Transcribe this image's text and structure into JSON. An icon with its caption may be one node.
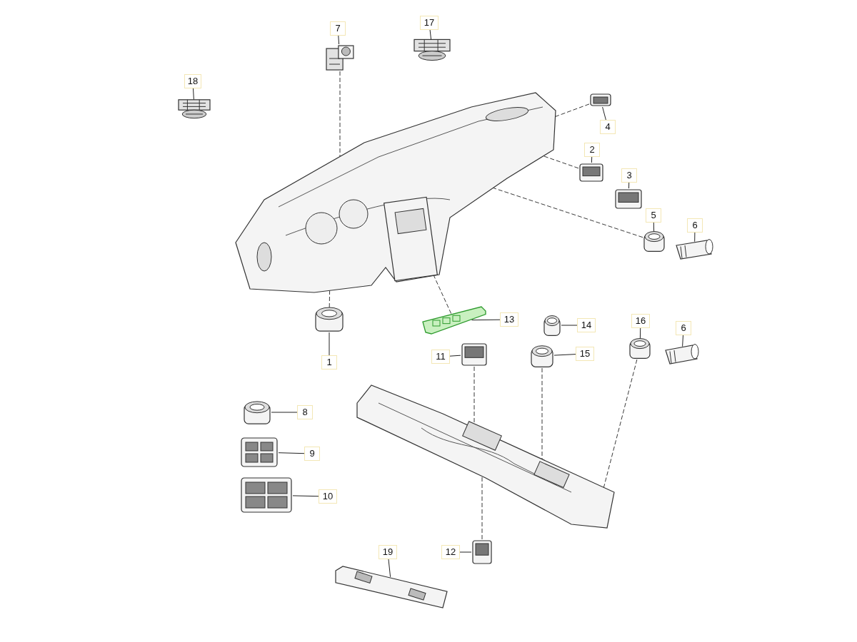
{
  "diagram": {
    "nodes": [
      {
        "text": [],
        "shape": "picture"
      },
      {
        "text": [],
        "shape": "picture"
      },
      {
        "text": [
          "18"
        ]
      },
      {
        "text": [],
        "shape": "picture"
      },
      {
        "text": [
          "7"
        ]
      },
      {
        "text": [],
        "shape": "picture"
      },
      {
        "text": [
          "17"
        ]
      },
      {
        "text": [],
        "shape": "picture"
      },
      {
        "text": [
          "4"
        ]
      },
      {
        "text": [],
        "shape": "picture"
      },
      {
        "text": [
          "2"
        ]
      },
      {
        "text": [],
        "shape": "picture"
      },
      {
        "text": [
          "3"
        ]
      },
      {
        "text": [],
        "shape": "picture"
      },
      {
        "text": [
          "5"
        ]
      },
      {
        "text": [],
        "shape": "picture"
      },
      {
        "text": [
          "6"
        ]
      },
      {
        "text": [],
        "shape": "picture"
      },
      {
        "text": [
          "13"
        ]
      },
      {
        "text": [],
        "shape": "picture"
      },
      {
        "text": [
          "1"
        ]
      },
      {
        "text": [],
        "shape": "picture"
      },
      {
        "text": [
          "11"
        ]
      },
      {
        "text": [],
        "shape": "picture"
      },
      {
        "text": [
          "14"
        ]
      },
      {
        "text": [],
        "shape": "picture"
      },
      {
        "text": [
          "15"
        ]
      },
      {
        "text": [],
        "shape": "picture"
      },
      {
        "text": [
          "16"
        ]
      },
      {
        "text": [],
        "shape": "picture"
      },
      {
        "text": [
          "6"
        ]
      },
      {
        "text": [],
        "shape": "picture"
      },
      {
        "text": [
          "8"
        ]
      },
      {
        "text": [],
        "shape": "picture"
      },
      {
        "text": [
          "9"
        ]
      },
      {
        "text": [],
        "shape": "picture"
      },
      {
        "text": [
          "10"
        ]
      },
      {
        "text": [],
        "shape": "picture"
      },
      {
        "text": [
          "12"
        ]
      },
      {
        "text": [],
        "shape": "picture"
      },
      {
        "text": [
          "19"
        ]
      },
      {
        "text": [],
        "shape": "picture"
      }
    ],
    "edges": [
      {
        "from": 2,
        "to": 3,
        "arrow": "none"
      },
      {
        "from": 4,
        "to": 5,
        "arrow": "none"
      },
      {
        "from": 6,
        "to": 7,
        "arrow": "none"
      },
      {
        "from": 8,
        "to": 9,
        "arrow": "none"
      },
      {
        "from": 10,
        "to": 11,
        "arrow": "none"
      },
      {
        "from": 12,
        "to": 13,
        "arrow": "none"
      },
      {
        "from": 14,
        "to": 15,
        "arrow": "none"
      },
      {
        "from": 16,
        "to": 17,
        "arrow": "none"
      },
      {
        "from": 18,
        "to": 19,
        "arrow": "none"
      },
      {
        "from": 20,
        "to": 21,
        "arrow": "none"
      },
      {
        "from": 22,
        "to": 23,
        "arrow": "none"
      },
      {
        "from": 24,
        "to": 25,
        "arrow": "none"
      },
      {
        "from": 26,
        "to": 27,
        "arrow": "none"
      },
      {
        "from": 28,
        "to": 29,
        "arrow": "none"
      },
      {
        "from": 30,
        "to": 31,
        "arrow": "none"
      },
      {
        "from": 32,
        "to": 33,
        "arrow": "none"
      },
      {
        "from": 34,
        "to": 35,
        "arrow": "none"
      },
      {
        "from": 36,
        "to": 37,
        "arrow": "none"
      },
      {
        "from": 38,
        "to": 39,
        "arrow": "none"
      },
      {
        "from": 40,
        "to": 41,
        "arrow": "none"
      },
      {
        "from": 5,
        "to": 0,
        "arrow": "none",
        "style": "dashed"
      },
      {
        "from": 9,
        "to": 0,
        "arrow": "none",
        "style": "dashed"
      },
      {
        "from": 11,
        "to": 0,
        "arrow": "none",
        "style": "dashed"
      },
      {
        "from": 15,
        "to": 0,
        "arrow": "none",
        "style": "dashed"
      },
      {
        "from": 19,
        "to": 0,
        "arrow": "none",
        "style": "dashed"
      },
      {
        "from": 21,
        "to": 0,
        "arrow": "none",
        "style": "dashed"
      },
      {
        "from": 23,
        "to": 1,
        "arrow": "none",
        "style": "dashed"
      },
      {
        "from": 27,
        "to": 1,
        "arrow": "none",
        "style": "dashed"
      },
      {
        "from": 29,
        "to": 1,
        "arrow": "none",
        "style": "dashed"
      },
      {
        "from": 39,
        "to": 1,
        "arrow": "none",
        "style": "dashed"
      }
    ]
  }
}
